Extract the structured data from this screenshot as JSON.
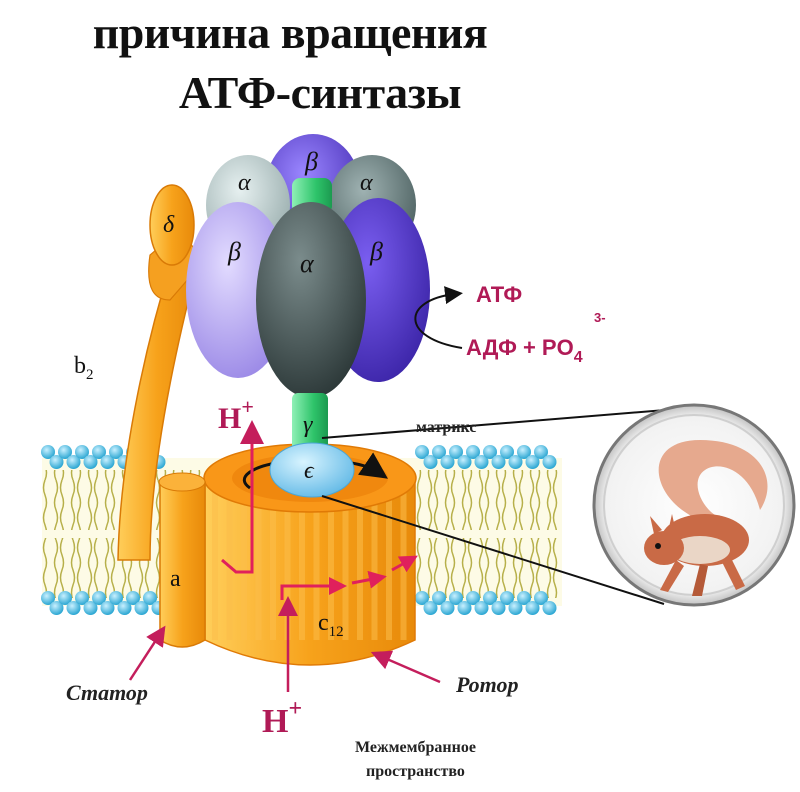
{
  "title": {
    "line1": "причина вращения",
    "line2": "АТФ-синтазы"
  },
  "subunits": {
    "beta_top": "β",
    "alpha_left": "α",
    "alpha_right": "α",
    "beta_left": "β",
    "beta_right": "β",
    "alpha_center": "α",
    "delta": "δ",
    "gamma": "γ",
    "epsilon": "ϵ",
    "b2": "b",
    "b2_sub": "2",
    "a": "a",
    "c12": "c",
    "c12_sub": "12"
  },
  "labels": {
    "atp": "АТФ",
    "adp": "АДФ + PO",
    "po4_sub": "4",
    "po4_sup": "3-",
    "h_top": "H",
    "h_top_sup": "+",
    "h_bottom": "H",
    "h_bottom_sup": "+",
    "matrix": "матрикс",
    "stator": "Статор",
    "rotor": "Ротор",
    "intermembrane_1": "Межмембранное",
    "intermembrane_2": "пространство"
  },
  "colors": {
    "alpha_gray": "#8fa0a0",
    "alpha_dark": "#3f4c4c",
    "beta_lavender": "#a999e8",
    "beta_purple": "#5b3fc9",
    "orange": "#f7a21b",
    "orange_dark": "#e8700a",
    "gamma_green": "#2ec46a",
    "epsilon_blue": "#8fd2f0",
    "membrane_bead": "#5ec7e6",
    "accent_magenta": "#b01a56"
  }
}
